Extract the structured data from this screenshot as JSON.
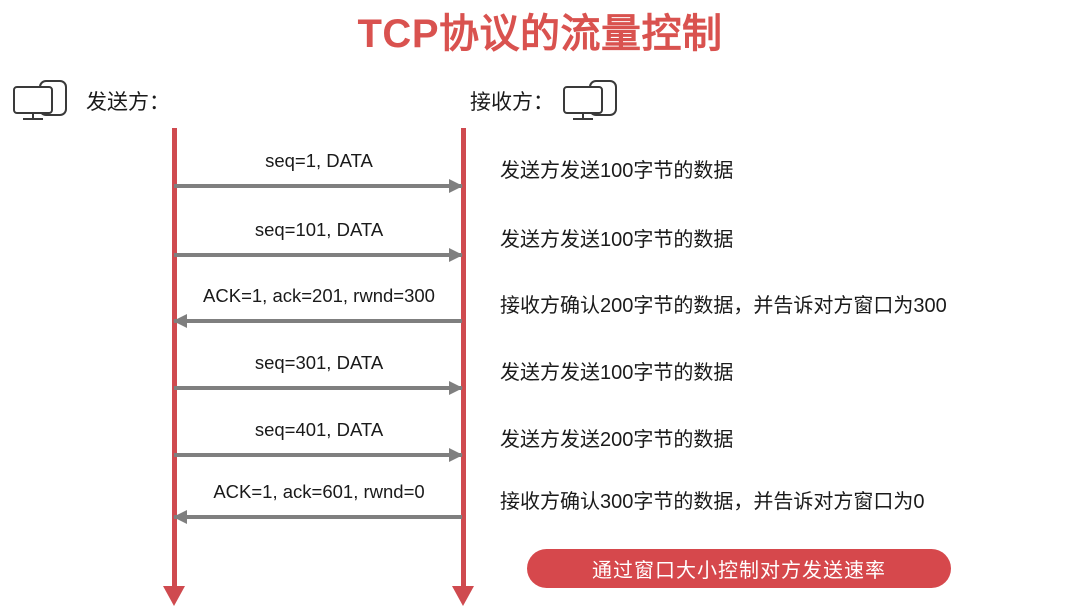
{
  "title": "TCP协议的流量控制",
  "colors": {
    "title": "#d9524f",
    "lifeline": "#cf4a4f",
    "arrow": "#7f7f7f",
    "banner_bg": "#d6484c",
    "banner_text": "#ffffff",
    "text": "#1a1a1a"
  },
  "endpoints": {
    "sender": {
      "label": "发送方：",
      "icon": "desktop-computer-icon"
    },
    "receiver": {
      "label": "接收方：",
      "icon": "desktop-computer-icon"
    }
  },
  "messages": [
    {
      "label": "seq=1, DATA",
      "direction": "right",
      "note": "发送方发送100字节的数据"
    },
    {
      "label": "seq=101, DATA",
      "direction": "right",
      "note": "发送方发送100字节的数据"
    },
    {
      "label": "ACK=1, ack=201, rwnd=300",
      "direction": "left",
      "note": "接收方确认200字节的数据，并告诉对方窗口为300"
    },
    {
      "label": "seq=301, DATA",
      "direction": "right",
      "note": "发送方发送100字节的数据"
    },
    {
      "label": "seq=401, DATA",
      "direction": "right",
      "note": "发送方发送200字节的数据"
    },
    {
      "label": "ACK=1, ack=601, rwnd=0",
      "direction": "left",
      "note": "接收方确认300字节的数据，并告诉对方窗口为0"
    }
  ],
  "banner": {
    "text": "通过窗口大小控制对方发送速率"
  }
}
